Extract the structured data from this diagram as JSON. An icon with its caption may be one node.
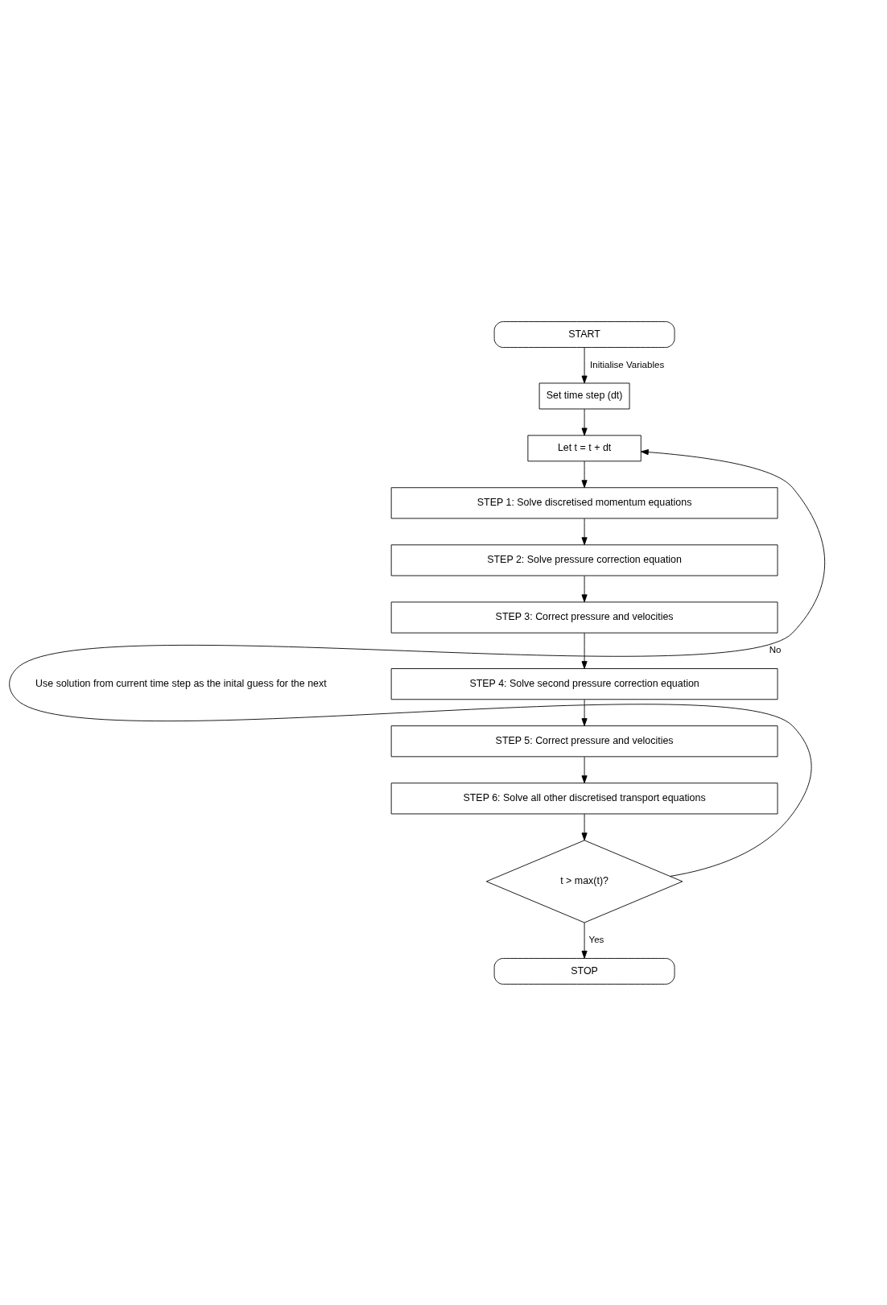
{
  "diagram": {
    "nodes": [
      {
        "text": [
          "START"
        ]
      },
      {
        "text": [
          "Set time step (dt)"
        ]
      },
      {
        "text": [
          "Let t = t + dt"
        ]
      },
      {
        "text": [
          "STEP 1: Solve discretised momentum equations"
        ]
      },
      {
        "text": [
          "STEP 2: Solve pressure correction equation"
        ]
      },
      {
        "text": [
          "STEP 3: Correct pressure and velocities"
        ]
      },
      {
        "text": [
          "STEP 4: Solve second pressure correction equation"
        ]
      },
      {
        "text": [
          "STEP 5: Correct pressure and velocities"
        ]
      },
      {
        "text": [
          "STEP 6: Solve all other discretised transport equations"
        ]
      },
      {
        "text": [
          "t > max(t)?"
        ]
      },
      {
        "text": [
          "STOP"
        ]
      }
    ],
    "edges": [
      {
        "from": 0,
        "to": 1,
        "arrow": "to",
        "label": "Initialise Variables"
      },
      {
        "from": 1,
        "to": 2,
        "arrow": "to"
      },
      {
        "from": 2,
        "to": 3,
        "arrow": "to"
      },
      {
        "from": 3,
        "to": 4,
        "arrow": "to"
      },
      {
        "from": 4,
        "to": 5,
        "arrow": "to"
      },
      {
        "from": 5,
        "to": 6,
        "arrow": "to"
      },
      {
        "from": 6,
        "to": 7,
        "arrow": "to"
      },
      {
        "from": 7,
        "to": 8,
        "arrow": "to"
      },
      {
        "from": 8,
        "to": 9,
        "arrow": "to"
      },
      {
        "from": 9,
        "to": 2,
        "arrow": "to",
        "label": "No"
      },
      {
        "from": 9,
        "to": 10,
        "arrow": "to",
        "label": "Yes"
      }
    ],
    "labels": [
      "Use solution from current time step as the inital guess for the next"
    ]
  }
}
